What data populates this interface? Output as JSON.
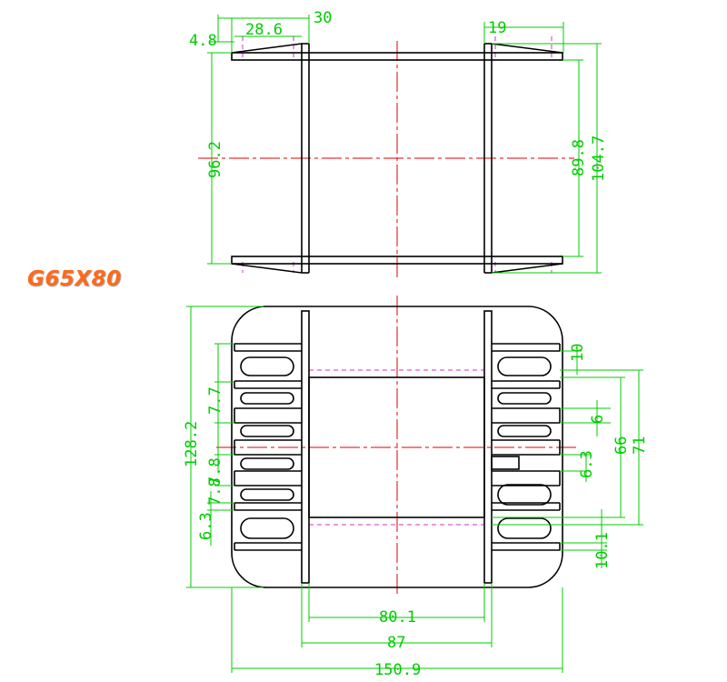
{
  "title": "G65X80",
  "top_view": {
    "dimensions": {
      "flange_offset": "4.8",
      "flange_taper": "28.6",
      "flange_width": "30",
      "right_taper": "19",
      "overall_height_left": "96.2",
      "inner_height": "89.8",
      "overall_height_right": "104.7"
    }
  },
  "front_view": {
    "dimensions": {
      "overall_height": "128.2",
      "slot_pitch_a": "7.7",
      "slot_pitch_b": "7.8",
      "slot_pitch_c": "7.8",
      "bottom_offset": "6.3",
      "top_slot_offset": "10",
      "slot_width": "6",
      "slot_width_b": "6.3",
      "window_height": "66",
      "flange_height": "71",
      "bottom_slot_offset": "10.1",
      "window_width": "80.1",
      "core_width": "87",
      "overall_width": "150.9"
    }
  },
  "colors": {
    "outline": "#000000",
    "dimension": "#00cc00",
    "centerline": "#e00000",
    "hidden": "#cc33cc",
    "title": "#ff6a1a"
  }
}
